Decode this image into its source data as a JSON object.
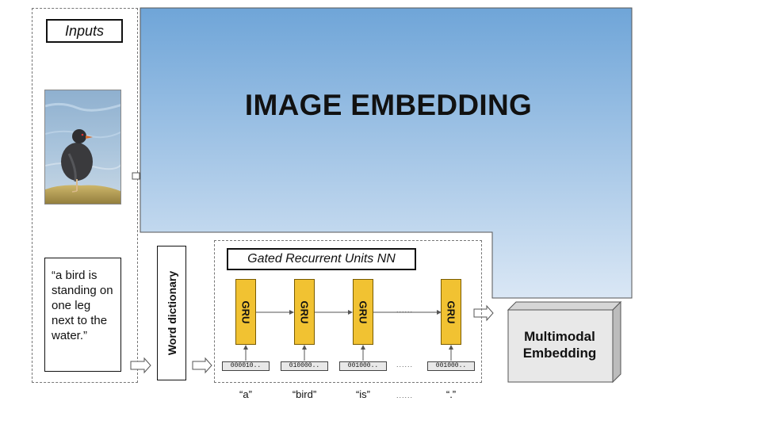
{
  "inputs": {
    "title": "Inputs",
    "caption": "“a bird is standing on one leg next to the water.”"
  },
  "image_embedding": {
    "label": "IMAGE EMBEDDING"
  },
  "word_dictionary": {
    "label": "Word dictionary"
  },
  "gru_network": {
    "title": "Gated Recurrent Units NN",
    "units": [
      {
        "label": "GRU",
        "vector": "000010..",
        "word": "“a”"
      },
      {
        "label": "GRU",
        "vector": "010000..",
        "word": "“bird”"
      },
      {
        "label": "GRU",
        "vector": "001000..",
        "word": "“is”"
      },
      {
        "label": "GRU",
        "vector": "001000..",
        "word": "“.”"
      }
    ],
    "ellipsis": "......"
  },
  "multimodal": {
    "label": "Multimodal Embedding"
  },
  "colors": {
    "gradient_top": "#6fa5d8",
    "gradient_bottom": "#dae7f5",
    "gru_fill": "#f1c232",
    "box_fill": "#e8e8e8"
  }
}
